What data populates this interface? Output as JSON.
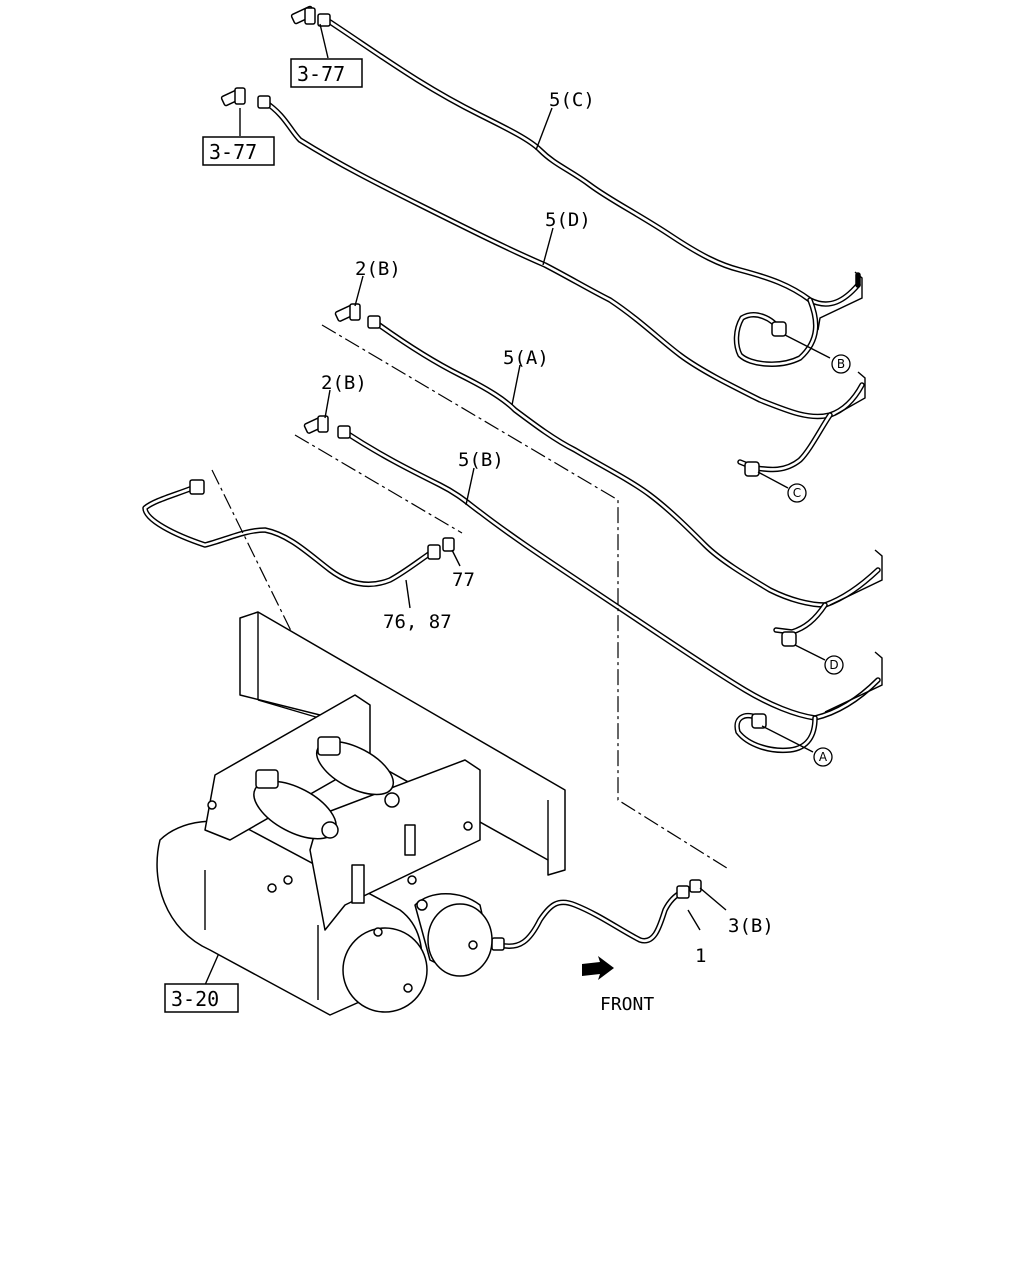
{
  "labels": {
    "pipe_5c": "5(C)",
    "pipe_5d": "5(D)",
    "pipe_5a": "5(A)",
    "pipe_5b": "5(B)",
    "fitting_2b_upper": "2(B)",
    "fitting_2b_lower": "2(B)",
    "pipe_76_87": "76, 87",
    "nut_77": "77",
    "pipe_1": "1",
    "fitting_3b": "3(B)",
    "front": "FRONT"
  },
  "references": {
    "ref_top_1": "3-77",
    "ref_top_2": "3-77",
    "ref_tank": "3-20"
  },
  "connection_marks": {
    "a": "A",
    "b": "B",
    "c": "C",
    "d": "D"
  }
}
